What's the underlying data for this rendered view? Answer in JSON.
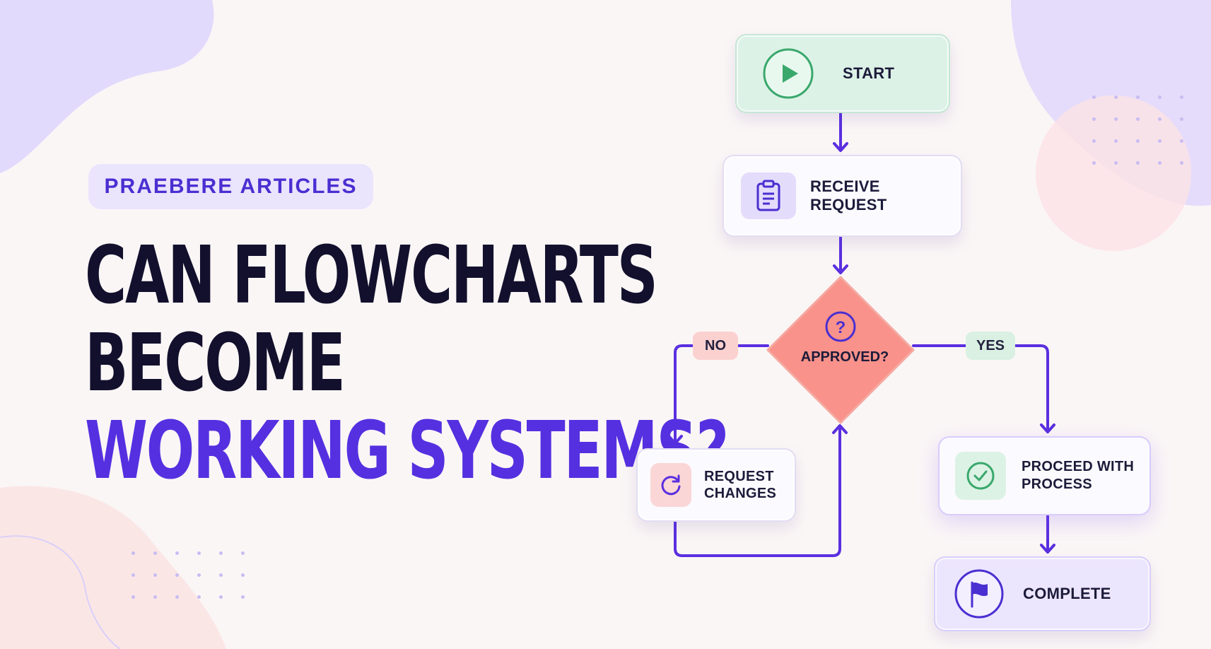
{
  "badge": "PRAEBERE ARTICLES",
  "headline": {
    "line1": "CAN FLOWCHARTS",
    "line2": "BECOME",
    "line3": "WORKING SYSTEMS?"
  },
  "flow": {
    "start": "START",
    "receive": "RECEIVE REQUEST",
    "decision": "APPROVED?",
    "no_label": "NO",
    "yes_label": "YES",
    "request_changes_line1": "REQUEST",
    "request_changes_line2": "CHANGES",
    "proceed_line1": "PROCEED WITH",
    "proceed_line2": "PROCESS",
    "complete": "COMPLETE"
  },
  "colors": {
    "accent": "#5530e0",
    "headline": "#12102c",
    "start_fill": "#ddf2e7",
    "decision_fill": "#f9928a",
    "connector": "#5a2fe0"
  },
  "icons": {
    "start": "play-icon",
    "receive": "clipboard-icon",
    "decision": "question-icon",
    "request_changes": "refresh-icon",
    "proceed": "check-icon",
    "complete": "flag-icon"
  }
}
